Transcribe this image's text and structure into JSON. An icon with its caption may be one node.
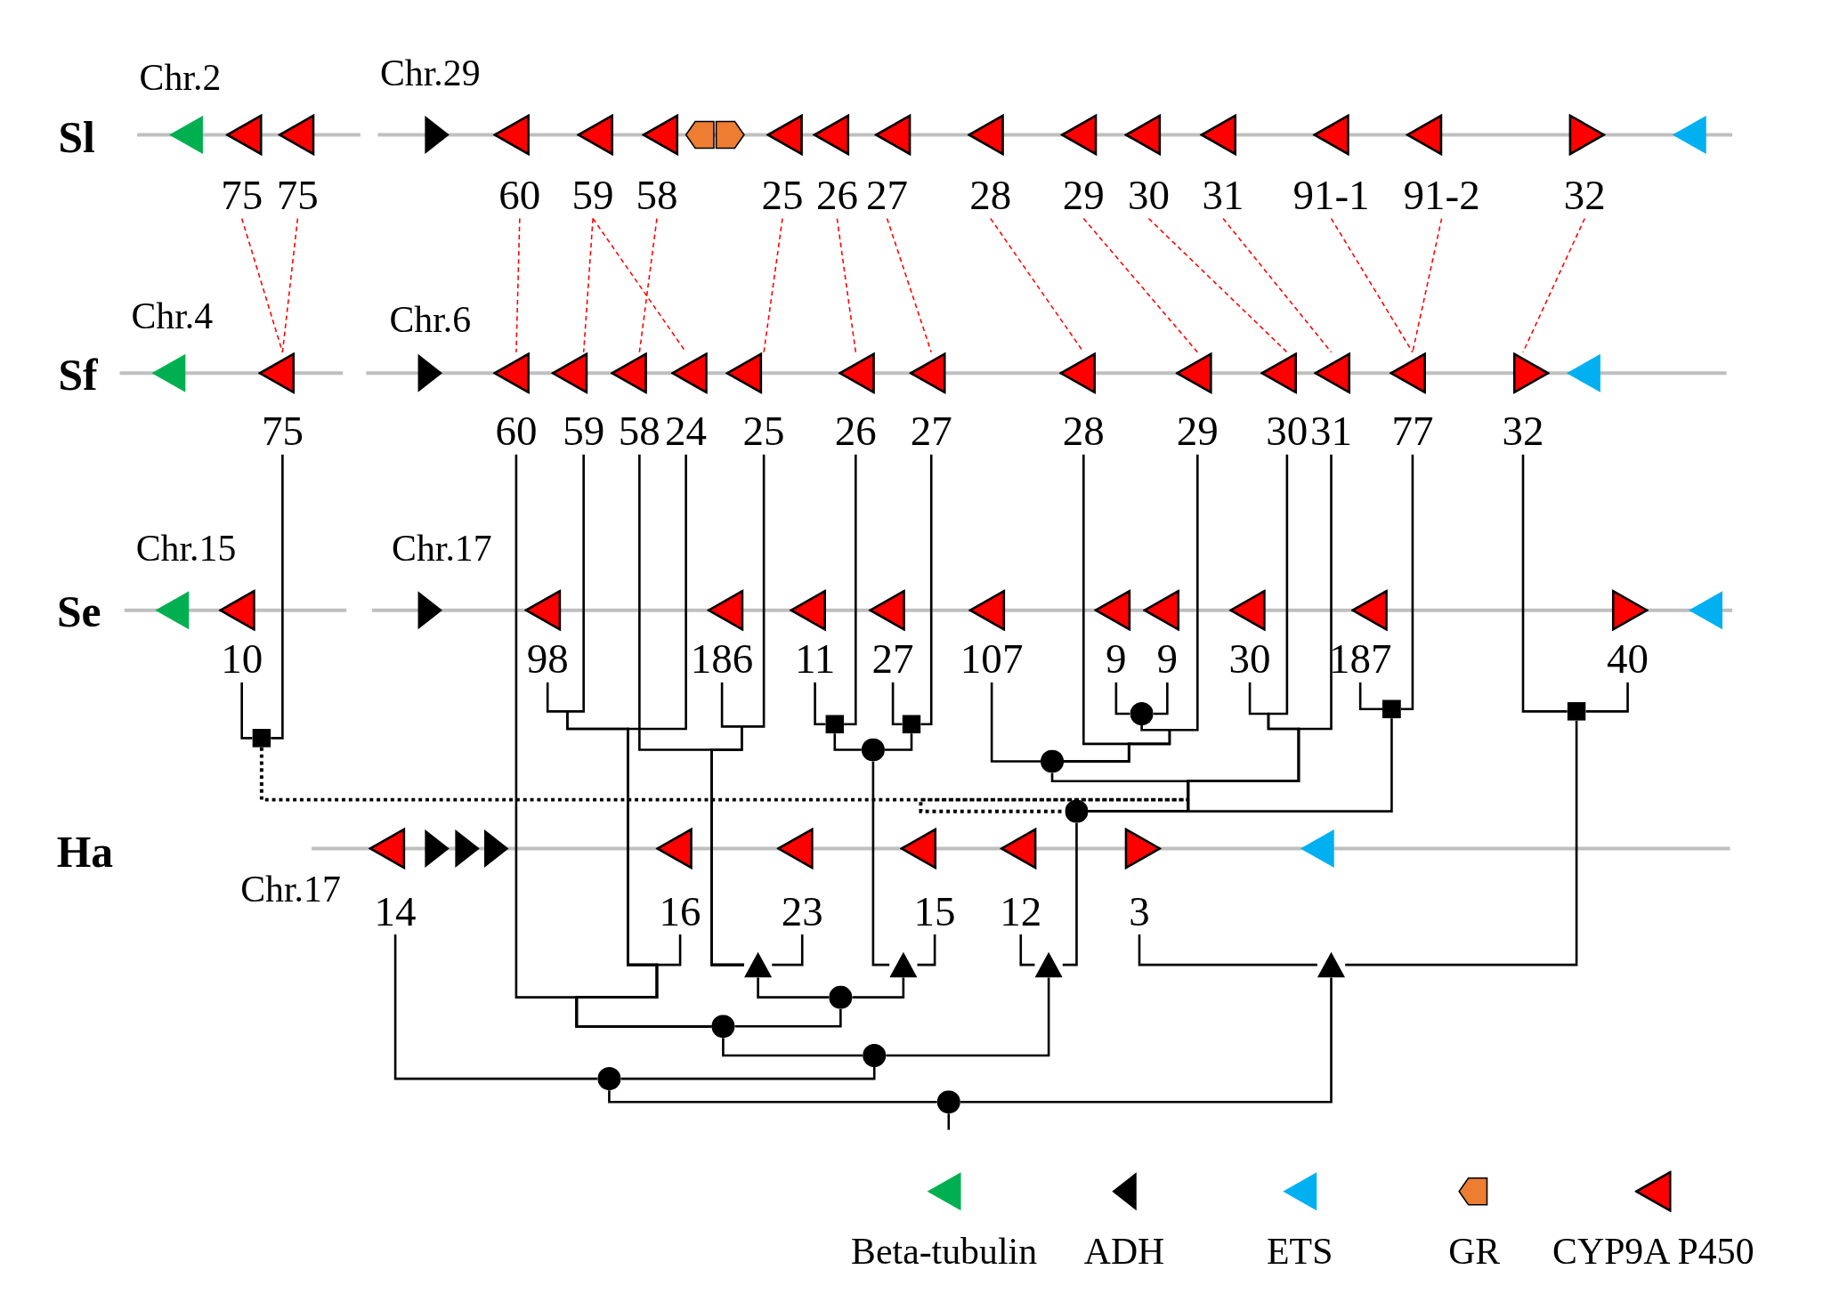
{
  "diagram": {
    "nodes": [
      {
        "text": [],
        "shape": "triangle"
      },
      {
        "text": [
          "75"
        ]
      },
      {
        "text": [
          "75"
        ]
      },
      {
        "text": [],
        "shape": "triangle"
      },
      {
        "text": [
          "60"
        ]
      },
      {
        "text": [
          "59"
        ]
      },
      {
        "text": [
          "58"
        ]
      },
      {
        "text": [],
        "shape": "pentagon"
      },
      {
        "text": [
          "25"
        ]
      },
      {
        "text": [
          "26"
        ]
      },
      {
        "text": [
          "27"
        ]
      },
      {
        "text": [
          "28"
        ]
      },
      {
        "text": [
          "29"
        ]
      },
      {
        "text": [
          "30"
        ]
      },
      {
        "text": [
          "31"
        ]
      },
      {
        "text": [
          "91-1"
        ]
      },
      {
        "text": [
          "91-2"
        ]
      },
      {
        "text": [
          "32"
        ]
      },
      {
        "text": [],
        "shape": "triangle"
      },
      {
        "text": [],
        "shape": "triangle"
      },
      {
        "text": [
          "75"
        ]
      },
      {
        "text": [],
        "shape": "triangle"
      },
      {
        "text": [
          "60"
        ]
      },
      {
        "text": [
          "59"
        ]
      },
      {
        "text": [
          "58"
        ]
      },
      {
        "text": [
          "24"
        ]
      },
      {
        "text": [
          "25"
        ]
      },
      {
        "text": [
          "26"
        ]
      },
      {
        "text": [
          "27"
        ]
      },
      {
        "text": [
          "28"
        ]
      },
      {
        "text": [
          "29"
        ]
      },
      {
        "text": [
          "30"
        ]
      },
      {
        "text": [
          "31"
        ]
      },
      {
        "text": [
          "77"
        ]
      },
      {
        "text": [
          "32"
        ]
      },
      {
        "text": [],
        "shape": "triangle"
      },
      {
        "text": [],
        "shape": "triangle"
      },
      {
        "text": [
          "10"
        ]
      },
      {
        "text": [],
        "shape": "triangle"
      },
      {
        "text": [
          "98"
        ]
      },
      {
        "text": [
          "186"
        ]
      },
      {
        "text": [
          "11"
        ]
      },
      {
        "text": [
          "27"
        ]
      },
      {
        "text": [
          "107"
        ]
      },
      {
        "text": [
          "9"
        ]
      },
      {
        "text": [
          "9"
        ]
      },
      {
        "text": [
          "30"
        ]
      },
      {
        "text": [
          "187"
        ]
      },
      {
        "text": [
          "40"
        ]
      },
      {
        "text": [],
        "shape": "triangle"
      },
      {
        "text": [
          "14"
        ]
      },
      {
        "text": [],
        "shape": "triangle"
      },
      {
        "text": [],
        "shape": "triangle"
      },
      {
        "text": [],
        "shape": "triangle"
      },
      {
        "text": [
          "16"
        ]
      },
      {
        "text": [
          "23"
        ]
      },
      {
        "text": [
          "15"
        ]
      },
      {
        "text": [
          "12"
        ]
      },
      {
        "text": [
          "3"
        ]
      },
      {
        "text": [],
        "shape": "triangle"
      },
      {
        "text": [],
        "shape": "square"
      },
      {
        "text": [],
        "shape": "square"
      },
      {
        "text": [],
        "shape": "square"
      },
      {
        "text": [],
        "shape": "circle"
      },
      {
        "text": [],
        "shape": "square"
      },
      {
        "text": [],
        "shape": "square"
      },
      {
        "text": [],
        "shape": "circle"
      },
      {
        "text": [],
        "shape": "circle"
      },
      {
        "text": [],
        "shape": "circle"
      },
      {
        "text": [],
        "shape": "triangle"
      },
      {
        "text": [],
        "shape": "triangle"
      },
      {
        "text": [],
        "shape": "triangle"
      },
      {
        "text": [],
        "shape": "triangle"
      },
      {
        "text": [],
        "shape": "circle"
      },
      {
        "text": [],
        "shape": "circle"
      },
      {
        "text": [],
        "shape": "circle"
      },
      {
        "text": [],
        "shape": "circle"
      },
      {
        "text": [],
        "shape": "circle"
      }
    ],
    "edges": [
      {
        "from": 1,
        "to": 20,
        "arrow": "none",
        "style": "dashed",
        "color": "#ff0000"
      },
      {
        "from": 2,
        "to": 20,
        "arrow": "none",
        "style": "dashed",
        "color": "#ff0000"
      },
      {
        "from": 4,
        "to": 22,
        "arrow": "none",
        "style": "dashed",
        "color": "#ff0000"
      },
      {
        "from": 5,
        "to": 23,
        "arrow": "none",
        "style": "dashed",
        "color": "#ff0000"
      },
      {
        "from": 5,
        "to": 25,
        "arrow": "none",
        "style": "dashed",
        "color": "#ff0000"
      },
      {
        "from": 6,
        "to": 24,
        "arrow": "none",
        "style": "dashed",
        "color": "#ff0000"
      },
      {
        "from": 8,
        "to": 26,
        "arrow": "none",
        "style": "dashed",
        "color": "#ff0000"
      },
      {
        "from": 9,
        "to": 27,
        "arrow": "none",
        "style": "dashed",
        "color": "#ff0000"
      },
      {
        "from": 10,
        "to": 28,
        "arrow": "none",
        "style": "dashed",
        "color": "#ff0000"
      },
      {
        "from": 11,
        "to": 29,
        "arrow": "none",
        "style": "dashed",
        "color": "#ff0000"
      },
      {
        "from": 12,
        "to": 30,
        "arrow": "none",
        "style": "dashed",
        "color": "#ff0000"
      },
      {
        "from": 13,
        "to": 31,
        "arrow": "none",
        "style": "dashed",
        "color": "#ff0000"
      },
      {
        "from": 14,
        "to": 32,
        "arrow": "none",
        "style": "dashed",
        "color": "#ff0000"
      },
      {
        "from": 15,
        "to": 33,
        "arrow": "none",
        "style": "dashed",
        "color": "#ff0000"
      },
      {
        "from": 16,
        "to": 33,
        "arrow": "none",
        "style": "dashed",
        "color": "#ff0000"
      },
      {
        "from": 17,
        "to": 34,
        "arrow": "none",
        "style": "dashed",
        "color": "#ff0000"
      },
      {
        "from": 37,
        "to": 60,
        "arrow": "none"
      },
      {
        "from": 20,
        "to": 60,
        "arrow": "none"
      },
      {
        "from": 41,
        "to": 61,
        "arrow": "none"
      },
      {
        "from": 27,
        "to": 61,
        "arrow": "none"
      },
      {
        "from": 42,
        "to": 62,
        "arrow": "none"
      },
      {
        "from": 28,
        "to": 62,
        "arrow": "none"
      },
      {
        "from": 61,
        "to": 63,
        "arrow": "none"
      },
      {
        "from": 62,
        "to": 63,
        "arrow": "none"
      },
      {
        "from": 63,
        "to": 70,
        "arrow": "none"
      },
      {
        "from": 56,
        "to": 70,
        "arrow": "none"
      },
      {
        "from": 47,
        "to": 64,
        "arrow": "none"
      },
      {
        "from": 33,
        "to": 64,
        "arrow": "none"
      },
      {
        "from": 34,
        "to": 65,
        "arrow": "none"
      },
      {
        "from": 48,
        "to": 65,
        "arrow": "none"
      },
      {
        "from": 65,
        "to": 72,
        "arrow": "none"
      },
      {
        "from": 58,
        "to": 72,
        "arrow": "none"
      },
      {
        "from": 44,
        "to": 66,
        "arrow": "none"
      },
      {
        "from": 45,
        "to": 66,
        "arrow": "none"
      },
      {
        "from": 66,
        "to": 67,
        "arrow": "none"
      },
      {
        "from": 30,
        "to": 67,
        "arrow": "none"
      },
      {
        "from": 29,
        "to": 67,
        "arrow": "none"
      },
      {
        "from": 43,
        "to": 67,
        "arrow": "none"
      },
      {
        "from": 67,
        "to": 68,
        "arrow": "none"
      },
      {
        "from": 46,
        "to": 68,
        "arrow": "none"
      },
      {
        "from": 31,
        "to": 68,
        "arrow": "none"
      },
      {
        "from": 32,
        "to": 68,
        "arrow": "none"
      },
      {
        "from": 60,
        "to": 68,
        "arrow": "none",
        "style": "dashed"
      },
      {
        "from": 64,
        "to": 68,
        "arrow": "none"
      },
      {
        "from": 68,
        "to": 71,
        "arrow": "none"
      },
      {
        "from": 57,
        "to": 71,
        "arrow": "none"
      },
      {
        "from": 39,
        "to": 74,
        "arrow": "none"
      },
      {
        "from": 23,
        "to": 74,
        "arrow": "none"
      },
      {
        "from": 25,
        "to": 74,
        "arrow": "none"
      },
      {
        "from": 54,
        "to": 74,
        "arrow": "none"
      },
      {
        "from": 22,
        "to": 74,
        "arrow": "none"
      },
      {
        "from": 40,
        "to": 69,
        "arrow": "none"
      },
      {
        "from": 26,
        "to": 69,
        "arrow": "none"
      },
      {
        "from": 24,
        "to": 69,
        "arrow": "none"
      },
      {
        "from": 55,
        "to": 69,
        "arrow": "none"
      },
      {
        "from": 69,
        "to": 73,
        "arrow": "none"
      },
      {
        "from": 70,
        "to": 73,
        "arrow": "none"
      },
      {
        "from": 73,
        "to": 74,
        "arrow": "none"
      },
      {
        "from": 74,
        "to": 75,
        "arrow": "none"
      },
      {
        "from": 71,
        "to": 75,
        "arrow": "none"
      },
      {
        "from": 75,
        "to": 76,
        "arrow": "none"
      },
      {
        "from": 50,
        "to": 76,
        "arrow": "none"
      },
      {
        "from": 76,
        "to": 77,
        "arrow": "none"
      },
      {
        "from": 72,
        "to": 77,
        "arrow": "none"
      },
      {
        "from": 77,
        "to": null,
        "arrow": "none"
      }
    ],
    "labels": [
      "Chr.2",
      "Chr.29",
      "Sl",
      "Chr.4",
      "Chr.6",
      "Sf",
      "Chr.15",
      "Chr.17",
      "Se",
      "Ha",
      "Chr.17"
    ],
    "legend": [
      {
        "text": "Beta-tubulin",
        "color": "#00b050"
      },
      {
        "text": "ADH",
        "color": "#000000"
      },
      {
        "text": "ETS",
        "color": "#00b0f0"
      },
      {
        "text": "GR",
        "color": "#ed7d31"
      },
      {
        "text": "CYP9A P450",
        "color": "#ff0000"
      }
    ]
  }
}
